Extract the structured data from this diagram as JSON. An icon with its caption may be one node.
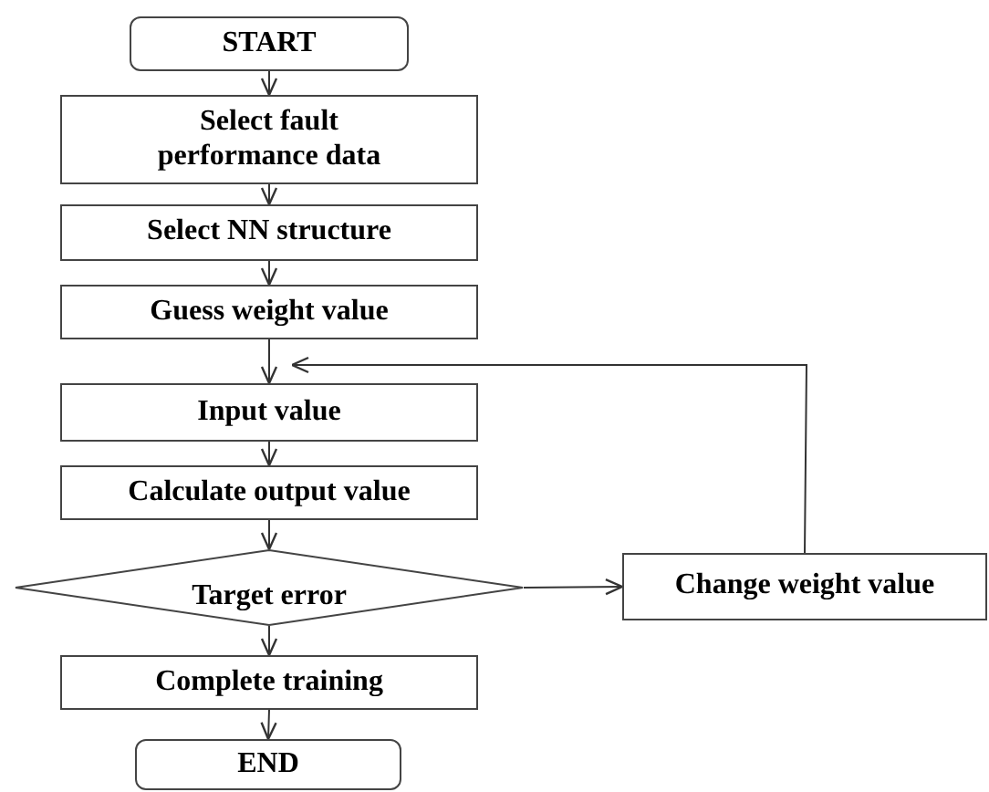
{
  "diagram": {
    "nodes": [
      {
        "text": [
          "START"
        ]
      },
      {
        "text": [
          "Select fault performance data"
        ]
      },
      {
        "text": [
          "Select NN structure"
        ]
      },
      {
        "text": [
          "Guess weight value"
        ]
      },
      {
        "text": [
          "Input value"
        ]
      },
      {
        "text": [
          "Calculate output value"
        ]
      },
      {
        "text": [
          "Target error"
        ]
      },
      {
        "text": [
          "Complete training"
        ]
      },
      {
        "text": [
          "END"
        ]
      },
      {
        "text": [
          "Change weight value"
        ]
      }
    ],
    "edges": [
      {
        "from": 0,
        "to": 1,
        "arrow": "to"
      },
      {
        "from": 1,
        "to": 2,
        "arrow": "to"
      },
      {
        "from": 2,
        "to": 3,
        "arrow": "to"
      },
      {
        "from": 3,
        "to": 4,
        "arrow": "to"
      },
      {
        "from": 4,
        "to": 5,
        "arrow": "to"
      },
      {
        "from": 5,
        "to": 6,
        "arrow": "to"
      },
      {
        "from": 6,
        "to": 7,
        "arrow": "to"
      },
      {
        "from": 7,
        "to": 8,
        "arrow": "to"
      },
      {
        "from": 6,
        "to": 9,
        "arrow": "to"
      },
      {
        "from": 9,
        "to": 4,
        "arrow": "to"
      }
    ]
  }
}
